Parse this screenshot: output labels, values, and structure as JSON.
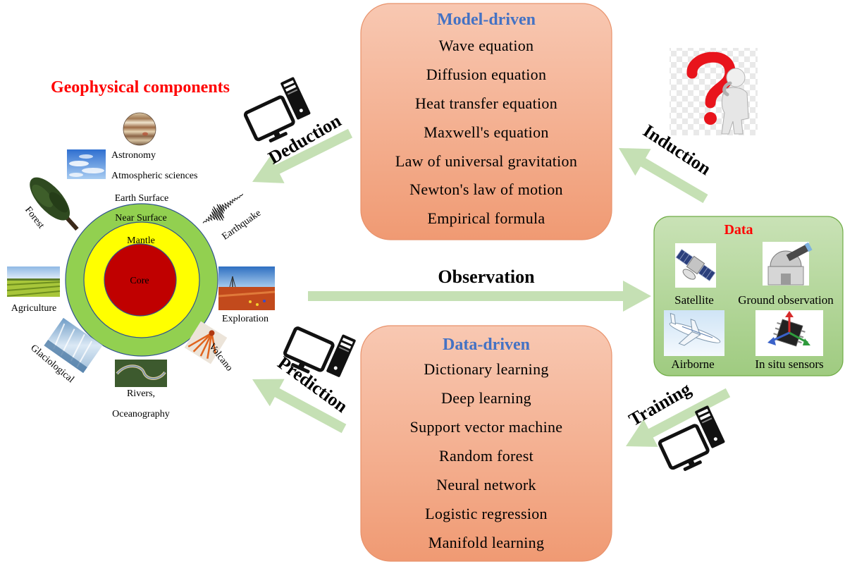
{
  "geophysical": {
    "title": "Geophysical components",
    "earth_layers": {
      "surface": "Earth Surface",
      "near_surface": "Near Surface",
      "mantle": "Mantle",
      "core": "Core"
    },
    "items": {
      "astronomy": "Astronomy",
      "atmospheric": "Atmospheric sciences",
      "forest": "Forest",
      "earthquake": "Earthquake",
      "agriculture": "Agriculture",
      "exploration": "Exploration",
      "glaciological": "Glaciological",
      "rivers_line1": "Rivers,",
      "rivers_line2": "Oceanography",
      "volcano": "Volcano"
    }
  },
  "model_driven": {
    "title": "Model-driven",
    "items": [
      "Wave equation",
      "Diffusion equation",
      "Heat transfer equation",
      "Maxwell's equation",
      "Law of universal gravitation",
      "Newton's law of motion",
      "Empirical formula"
    ]
  },
  "data_driven": {
    "title": "Data-driven",
    "items": [
      "Dictionary learning",
      "Deep learning",
      "Support vector machine",
      "Random forest",
      "Neural network",
      "Logistic regression",
      "Manifold learning"
    ]
  },
  "data_box": {
    "title": "Data",
    "sources": [
      "Satellite",
      "Ground observation",
      "Airborne",
      "In situ sensors"
    ]
  },
  "arrows": {
    "deduction": "Deduction",
    "induction": "Induction",
    "observation": "Observation",
    "prediction": "Prediction",
    "training": "Training"
  },
  "colors": {
    "red_title": "#ff0000",
    "blue_title": "#4472c4",
    "box_top": "#f8c8b2",
    "box_bottom": "#f09a73",
    "box_stroke": "#e8926b",
    "data_top": "#c9e2b6",
    "data_bottom": "#9fcb80",
    "data_stroke": "#70ad47",
    "earth_surface": "#92d050",
    "mantle": "#ffff00",
    "core": "#c00000",
    "arrow": "#c5e0b4",
    "question": "#e8141c"
  },
  "icons": [
    "computer-icon",
    "question-person-icon",
    "satellite-icon",
    "observatory-icon",
    "airplane-icon",
    "sensor-chip-icon"
  ]
}
